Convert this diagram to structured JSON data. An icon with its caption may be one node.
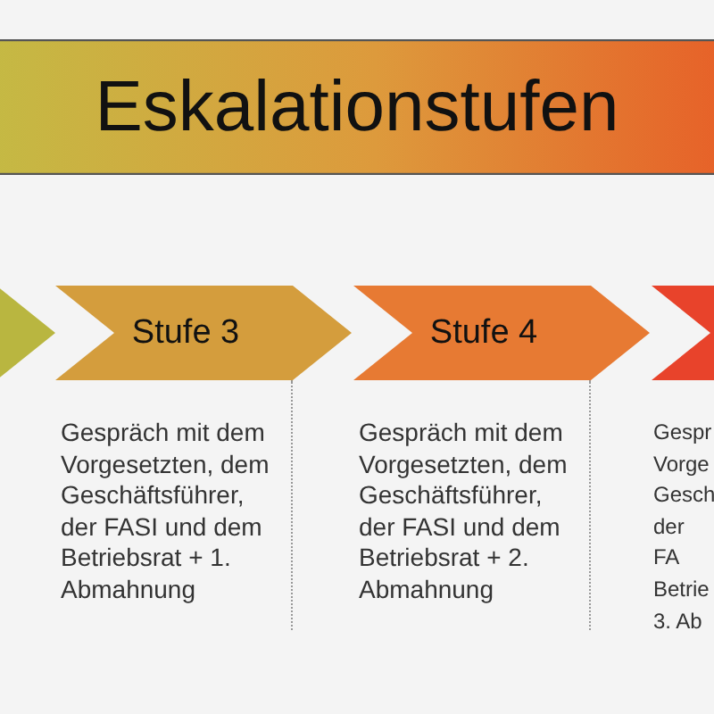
{
  "diagram": {
    "nodes": [
      {
        "text": [
          "Eskalationstufen"
        ]
      },
      {
        "text": [],
        "shape": "chevron"
      },
      {
        "text": [
          "Stufe 3"
        ],
        "beside": [
          "Gespräch mit dem Vorgesetzten, dem Geschäftsführer, der FASI und dem Betriebsrat + 1. Abmahnung"
        ]
      },
      {
        "text": [
          "Stufe 4"
        ],
        "beside": [
          "Gespräch mit dem Vorgesetzten, dem Geschäftsführer, der FASI und dem Betriebsrat + 2. Abmahnung"
        ]
      },
      {
        "text": [],
        "shape": "chevron",
        "beside": [
          "Gespr Vorge Gesch der FA Betrie 3. Ab"
        ]
      }
    ]
  }
}
